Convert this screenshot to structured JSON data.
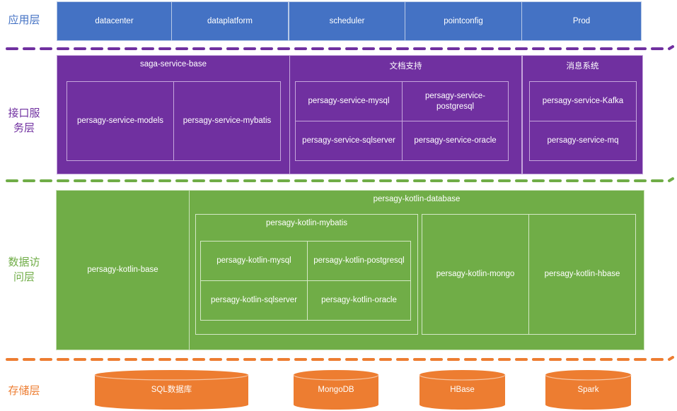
{
  "colors": {
    "app": "#4472c4",
    "service": "#7030a0",
    "data": "#70ad47",
    "storage": "#ed7d31"
  },
  "layers": {
    "app": {
      "label": "应用层",
      "items": [
        "datacenter",
        "dataplatform",
        "scheduler",
        "pointconfig",
        "Prod"
      ]
    },
    "service": {
      "label_line1": "接口服",
      "label_line2": "务层",
      "groups": [
        {
          "title": "saga-service-base",
          "items": [
            "persagy-service-models",
            "persagy-service-mybatis"
          ]
        },
        {
          "title": "文档支持",
          "items": [
            "persagy-service-mysql",
            "persagy-service-postgresql",
            "persagy-service-sqlserver",
            "persagy-service-oracle"
          ]
        },
        {
          "title": "消息系统",
          "items": [
            "persagy-service-Kafka",
            "persagy-service-mq"
          ]
        }
      ]
    },
    "data": {
      "label_line1": "数据访",
      "label_line2": "问层",
      "base": "persagy-kotlin-base",
      "database_title": "persagy-kotlin-database",
      "mybatis_title": "persagy-kotlin-mybatis",
      "mybatis_items": [
        "persagy-kotlin-mysql",
        "persagy-kotlin-postgresql",
        "persagy-kotlin-sqlserver",
        "persagy-kotlin-oracle"
      ],
      "nosql_items": [
        "persagy-kotlin-mongo",
        "persagy-kotlin-hbase"
      ]
    },
    "storage": {
      "label": "存储层",
      "items": [
        "SQL数据库",
        "MongoDB",
        "HBase",
        "Spark"
      ]
    }
  }
}
